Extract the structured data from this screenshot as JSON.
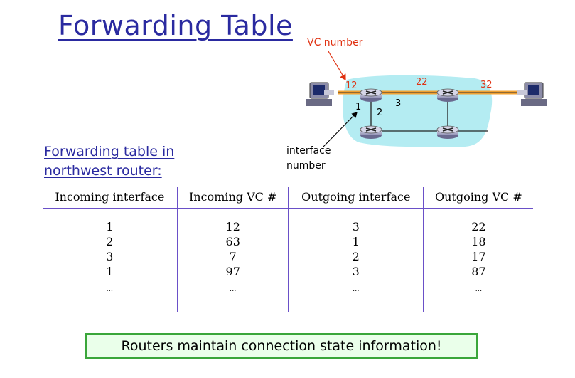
{
  "title": "Forwarding Table",
  "subtitle_line1": "Forwarding table in",
  "subtitle_line2": "northwest router:",
  "diagram": {
    "vc_number_label": "VC number",
    "interface_label_line1": "interface",
    "interface_label_line2": "number",
    "vc_left": "12",
    "vc_middle": "22",
    "vc_right": "32",
    "iface_1": "1",
    "iface_2": "2",
    "iface_3": "3",
    "colors": {
      "cloud": "#b4ecf2",
      "link": "#f0a030",
      "annotation": "#e03010"
    },
    "icons": [
      "computer-left-icon",
      "computer-right-icon",
      "router-northwest-icon",
      "router-northeast-icon",
      "router-southwest-icon",
      "router-southeast-icon"
    ]
  },
  "table": {
    "headers": [
      "Incoming interface",
      "Incoming VC #",
      "Outgoing interface",
      "Outgoing VC #"
    ],
    "rows": [
      [
        "1",
        "12",
        "3",
        "22"
      ],
      [
        "2",
        "63",
        "1",
        "18"
      ],
      [
        "3",
        "7",
        "2",
        "17"
      ],
      [
        "1",
        "97",
        "3",
        "87"
      ],
      [
        "...",
        "...",
        "...",
        "..."
      ]
    ]
  },
  "callout": "Routers maintain connection state information!"
}
